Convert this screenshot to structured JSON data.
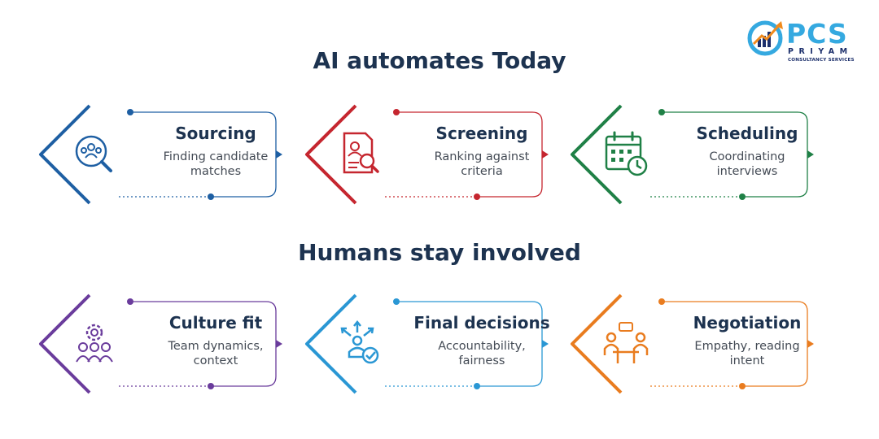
{
  "logo": {
    "text": "PCS",
    "sub1": "PRIYAM",
    "sub2": "CONSULTANCY SERVICES"
  },
  "section1": {
    "title": "AI automates Today",
    "cards": [
      {
        "title": "Sourcing",
        "desc1": "Finding candidate",
        "desc2": "matches",
        "color": "#1e5fa3",
        "icon": "search-candidates-icon"
      },
      {
        "title": "Screening",
        "desc1": "Ranking against",
        "desc2": "criteria",
        "color": "#c5262f",
        "icon": "resume-screening-icon"
      },
      {
        "title": "Scheduling",
        "desc1": "Coordinating",
        "desc2": "interviews",
        "color": "#1f8046",
        "icon": "calendar-clock-icon"
      }
    ]
  },
  "section2": {
    "title": "Humans stay involved",
    "cards": [
      {
        "title": "Culture fit",
        "desc1": "Team dynamics,",
        "desc2": "context",
        "color": "#6a3c9c",
        "icon": "team-gear-icon"
      },
      {
        "title": "Final decisions",
        "desc1": "Accountability,",
        "desc2": "fairness",
        "color": "#2a97d4",
        "icon": "decision-person-icon"
      },
      {
        "title": "Negotiation",
        "desc1": "Empathy, reading",
        "desc2": "intent",
        "color": "#e97c1f",
        "icon": "negotiation-table-icon"
      }
    ]
  }
}
